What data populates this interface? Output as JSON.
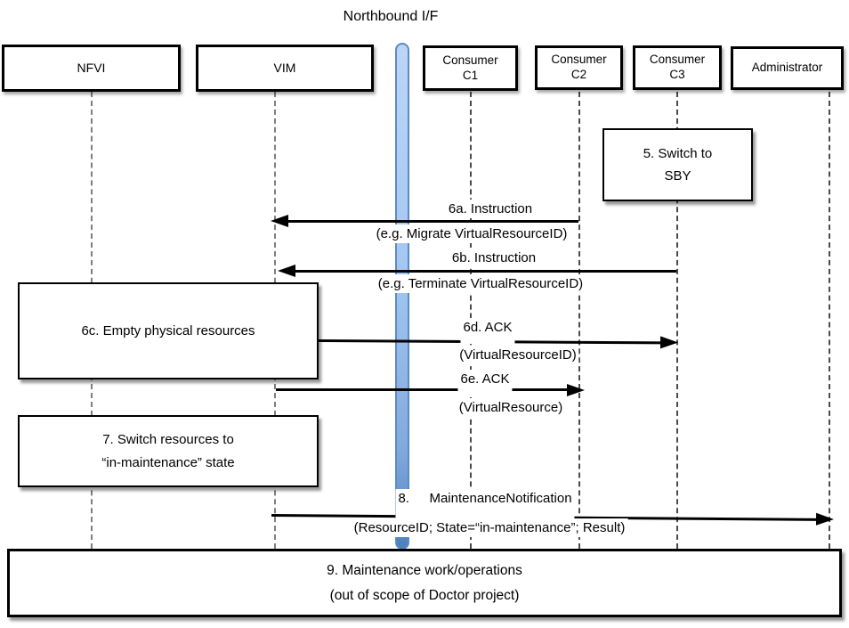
{
  "title": "Northbound I/F",
  "actors": {
    "nfvi": {
      "label": "NFVI"
    },
    "vim": {
      "label": "VIM"
    },
    "c1": {
      "line1": "Consumer",
      "line2": "C1"
    },
    "c2": {
      "line1": "Consumer",
      "line2": "C2"
    },
    "c3": {
      "line1": "Consumer",
      "line2": "C3"
    },
    "admin": {
      "label": "Administrator"
    }
  },
  "notes": {
    "switch_sby": {
      "line1": "5. Switch to",
      "line2": "SBY"
    },
    "empty_resources": {
      "label": "6c. Empty physical resources"
    },
    "switch_maintenance": {
      "line1": "7. Switch resources to",
      "line2": "“in-maintenance” state"
    },
    "maintenance_work": {
      "line1": "9. Maintenance work/operations",
      "line2": "(out of scope of Doctor project)"
    }
  },
  "messages": {
    "m6a": {
      "line1": "6a. Instruction",
      "line2": "(e.g. Migrate VirtualResourceID)"
    },
    "m6b": {
      "line1": "6b. Instruction",
      "line2": "(e.g. Terminate VirtualResourceID)"
    },
    "m6d": {
      "line1": "6d. ACK",
      "line2": "(VirtualResourceID)"
    },
    "m6e": {
      "line1": "6e. ACK",
      "line2": "(VirtualResource)"
    },
    "m8": {
      "line1": "8.  MaintenanceNotification",
      "line2": "(ResourceID; State=“in-maintenance”; Result)"
    }
  },
  "colors": {
    "bar_fill_top": "#BCD5F7",
    "bar_fill_bottom": "#4E81BD",
    "bar_border": "#5B8AC9",
    "line": "#000000",
    "lifeline": "#4A4A4A"
  }
}
